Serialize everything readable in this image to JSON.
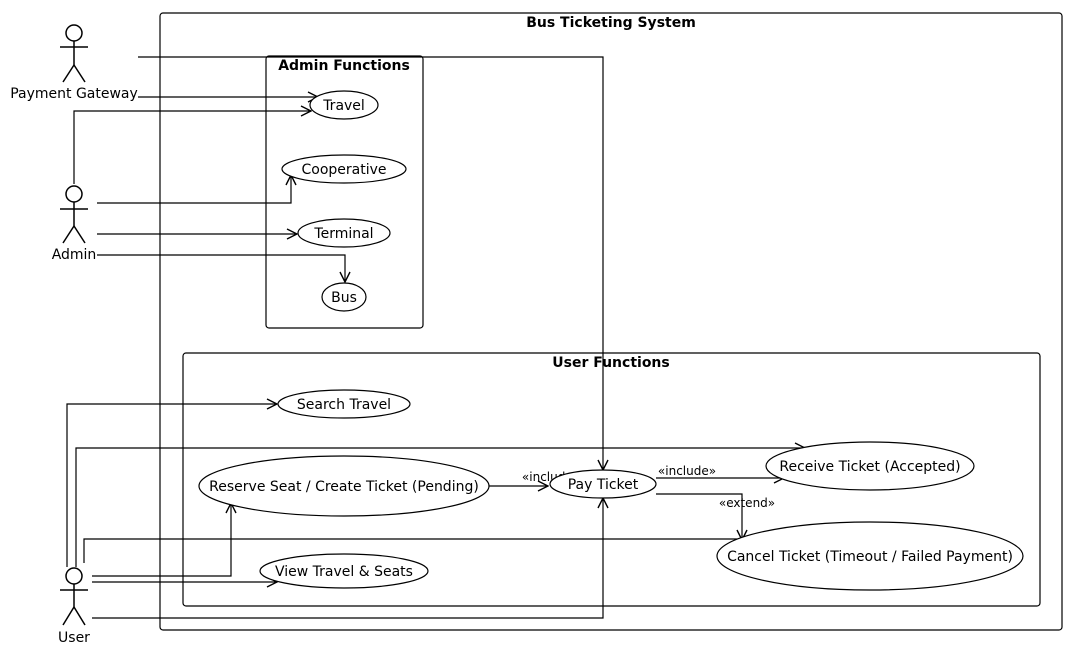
{
  "system": {
    "title": "Bus Ticketing System"
  },
  "packages": {
    "admin": {
      "title": "Admin Functions"
    },
    "user": {
      "title": "User Functions"
    }
  },
  "actors": {
    "payment_gateway": "Payment Gateway",
    "admin": "Admin",
    "user": "User"
  },
  "use_cases": {
    "travel": "Travel",
    "cooperative": "Cooperative",
    "terminal": "Terminal",
    "bus": "Bus",
    "search_travel": "Search Travel",
    "receive_ticket": "Receive Ticket (Accepted)",
    "reserve_seat": "Reserve Seat / Create Ticket (Pending)",
    "pay_ticket": "Pay Ticket",
    "cancel_ticket": "Cancel Ticket (Timeout / Failed Payment)",
    "view_travel_seats": "View Travel & Seats"
  },
  "relations": {
    "include_reserve_pay": "«include»",
    "include_pay_receive": "«include»",
    "extend_pay_cancel": "«extend»"
  }
}
